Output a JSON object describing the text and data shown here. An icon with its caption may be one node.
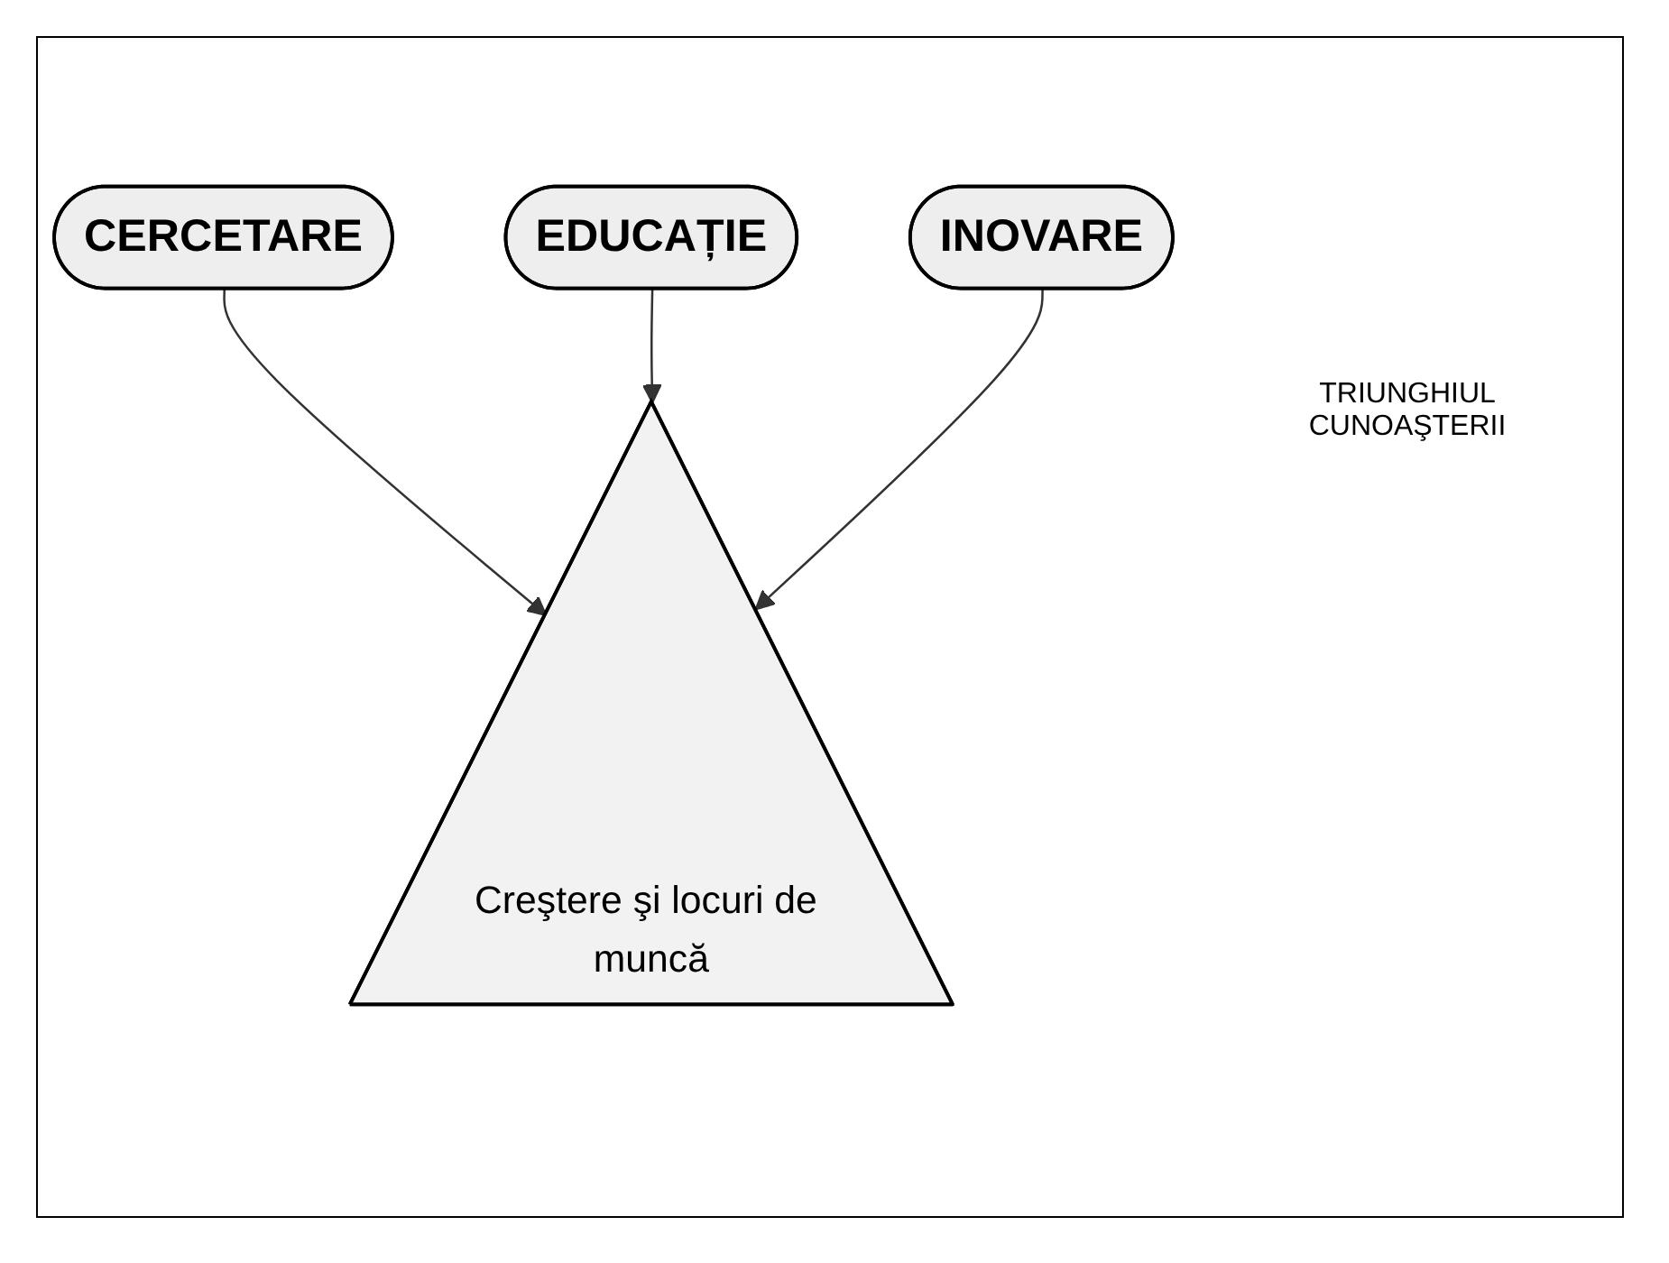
{
  "diagram": {
    "nodes": [
      {
        "text": [
          "CERCETARE"
        ]
      },
      {
        "text": [
          "Creştere şi locuri de muncă"
        ]
      },
      {
        "text": [
          "EDUCAȚIE"
        ]
      },
      {
        "text": [
          "INOVARE"
        ]
      }
    ],
    "edges": [
      {
        "from": 0,
        "to": 1,
        "arrow": "to"
      },
      {
        "from": 2,
        "to": 1,
        "arrow": "to"
      },
      {
        "from": 3,
        "to": 1,
        "arrow": "to"
      }
    ],
    "labels": [
      "TRIUNGHIUL CUNOAŞTERII"
    ]
  }
}
